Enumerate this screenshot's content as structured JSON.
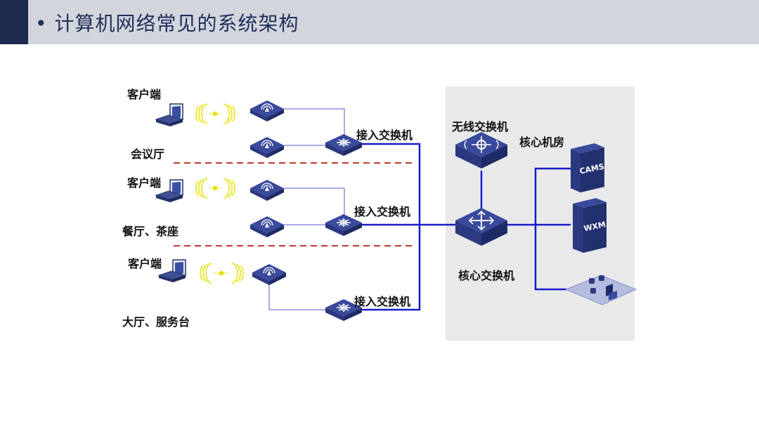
{
  "header": {
    "bullet": "•",
    "title": "计算机网络常见的系统架构"
  },
  "labels": {
    "client1": "客户端",
    "client2": "客户端",
    "client3": "客户端",
    "area1": "会议厅",
    "area2": "餐厅、茶座",
    "area3": "大厅、服务台",
    "access_switch1": "接入交换机",
    "access_switch2": "接入交换机",
    "access_switch3": "接入交换机",
    "wireless_switch": "无线交换机",
    "core_room": "核心机房",
    "core_switch": "核心交换机"
  },
  "server_labels": {
    "cams": "CAMS",
    "wxm": "WXM"
  },
  "icons": [
    "laptop-icon",
    "wifi-signal-icon",
    "access-point-icon",
    "switch-icon",
    "core-switch-icon",
    "server-icon",
    "storage-icon"
  ],
  "colors": {
    "header_bg": "#d3d5dc",
    "header_accent": "#1c2a4d",
    "title": "#1f2f5c",
    "trunk_line": "#1a1acc",
    "device": "#3a4a9c",
    "divider": "#c0392b",
    "core_room_bg": "#e9e9ea"
  }
}
